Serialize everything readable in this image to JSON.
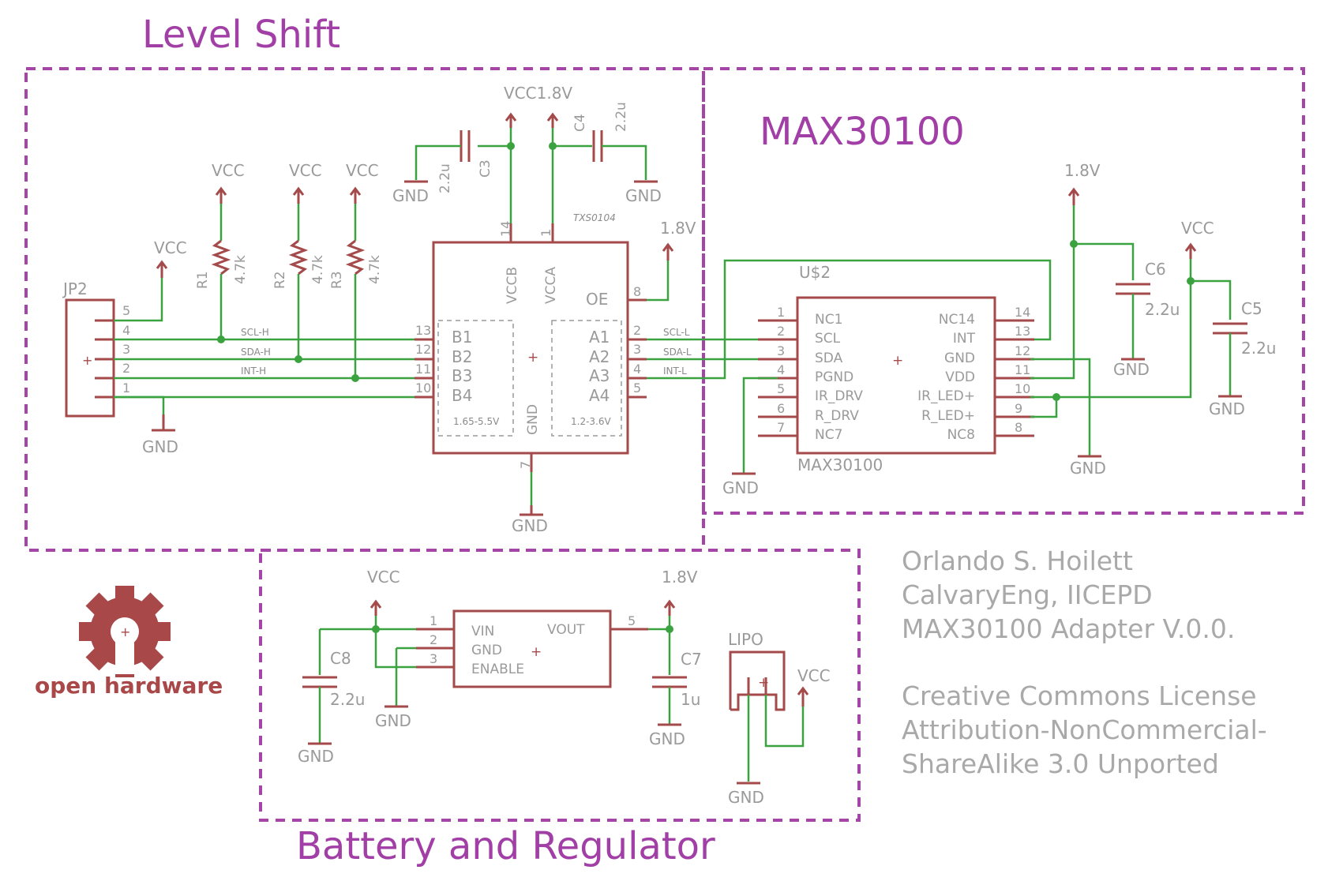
{
  "sections": {
    "level_shift": "Level Shift",
    "max30100": "MAX30100",
    "battery": "Battery and Regulator"
  },
  "credits": [
    "Orlando S. Hoilett",
    "CalvaryEng, IICEPD",
    "MAX30100 Adapter V.0.0.",
    "Creative Commons License",
    "Attribution-NonCommercial-",
    "ShareAlike 3.0 Unported"
  ],
  "logo": {
    "text": "open hardware",
    "icon": "open-hardware-gear-icon"
  },
  "colors": {
    "wire": "#3aa340",
    "part": "#a44a4a",
    "frame": "#a545a8",
    "label": "#9a9a9a"
  },
  "nets": {
    "vcc": "VCC",
    "v18": "1.8V",
    "gnd": "GND",
    "vcc18": "VCC1.8V"
  },
  "jp2": {
    "name": "JP2",
    "pins": [
      "5",
      "4",
      "3",
      "2",
      "1"
    ]
  },
  "signals_h": [
    "SCL-H",
    "SDA-H",
    "INT-H"
  ],
  "signals_l": [
    "SCL-L",
    "SDA-L",
    "INT-L"
  ],
  "resistors": [
    {
      "name": "R1",
      "value": "4.7k"
    },
    {
      "name": "R2",
      "value": "4.7k"
    },
    {
      "name": "R3",
      "value": "4.7k"
    }
  ],
  "caps": {
    "c3": {
      "name": "C3",
      "value": "2.2u"
    },
    "c4": {
      "name": "C4",
      "value": "2.2u"
    },
    "c5": {
      "name": "C5",
      "value": "2.2u"
    },
    "c6": {
      "name": "C6",
      "value": "2.2u"
    },
    "c7": {
      "name": "C7",
      "value": "1u"
    },
    "c8": {
      "name": "C8",
      "value": "2.2u"
    }
  },
  "txs": {
    "name": "TXS0104",
    "vccb": "VCCB",
    "vcca": "VCCA",
    "oe": "OE",
    "gnd": "GND",
    "vccb_pin": "14",
    "vcca_pin": "1",
    "oe_pin": "8",
    "gnd_pin": "7",
    "b_side": [
      {
        "label": "B1",
        "pin": "13"
      },
      {
        "label": "B2",
        "pin": "12"
      },
      {
        "label": "B3",
        "pin": "11"
      },
      {
        "label": "B4",
        "pin": "10"
      }
    ],
    "a_side": [
      {
        "label": "A1",
        "pin": "2"
      },
      {
        "label": "A2",
        "pin": "3"
      },
      {
        "label": "A3",
        "pin": "4"
      },
      {
        "label": "A4",
        "pin": "5"
      }
    ],
    "b_range": "1.65-5.5V",
    "a_range": "1.2-3.6V"
  },
  "max": {
    "ref": "U$2",
    "name": "MAX30100",
    "left": [
      {
        "label": "NC1",
        "pin": "1"
      },
      {
        "label": "SCL",
        "pin": "2"
      },
      {
        "label": "SDA",
        "pin": "3"
      },
      {
        "label": "PGND",
        "pin": "4"
      },
      {
        "label": "IR_DRV",
        "pin": "5"
      },
      {
        "label": "R_DRV",
        "pin": "6"
      },
      {
        "label": "NC7",
        "pin": "7"
      }
    ],
    "right": [
      {
        "label": "NC14",
        "pin": "14"
      },
      {
        "label": "INT",
        "pin": "13"
      },
      {
        "label": "GND",
        "pin": "12"
      },
      {
        "label": "VDD",
        "pin": "11"
      },
      {
        "label": "IR_LED+",
        "pin": "10"
      },
      {
        "label": "R_LED+",
        "pin": "9"
      },
      {
        "label": "NC8",
        "pin": "8"
      }
    ]
  },
  "regulator": {
    "vin": "VIN",
    "gnd": "GND",
    "enable": "ENABLE",
    "vout": "VOUT",
    "pins": [
      "1",
      "2",
      "3",
      "5"
    ]
  },
  "lipo": {
    "name": "LIPO"
  }
}
